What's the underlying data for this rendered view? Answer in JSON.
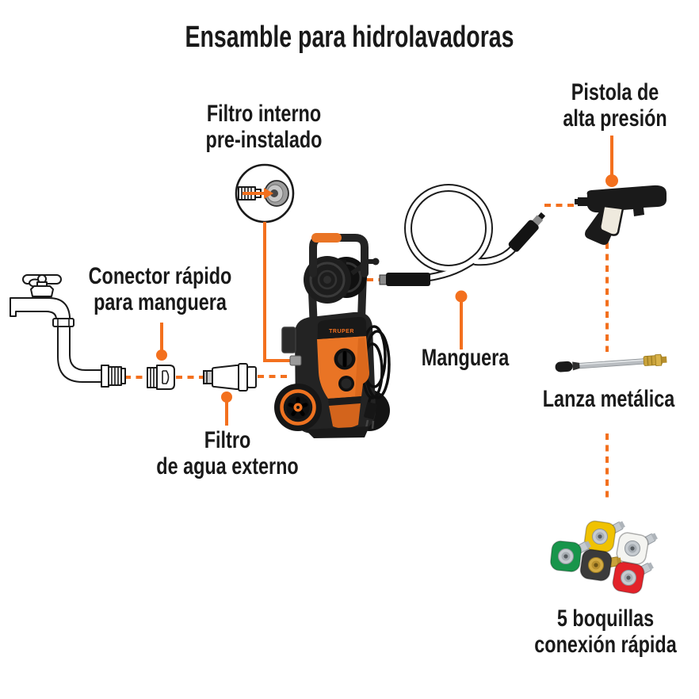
{
  "title": "Ensamble para hidrolavadoras",
  "colors": {
    "accent": "#F3701E",
    "label_text": "#191919",
    "machine_orange": "#E97425"
  },
  "labels": {
    "filtro_interno": {
      "line1": "Filtro interno",
      "line2": "pre-instalado"
    },
    "pistola": {
      "line1": "Pistola de",
      "line2": "alta presión"
    },
    "conector": {
      "line1": "Conector rápido",
      "line2": "para manguera"
    },
    "filtro_externo": {
      "line1": "Filtro",
      "line2": "de agua externo"
    },
    "manguera": {
      "label": "Manguera"
    },
    "lanza": {
      "label": "Lanza metálica"
    },
    "boquillas": {
      "line1": "5 boquillas",
      "line2": "conexión rápida"
    }
  },
  "machine": {
    "brand": "TRUPER"
  },
  "nozzles": {
    "items": [
      {
        "name": "green",
        "color": "#18954B"
      },
      {
        "name": "yellow",
        "color": "#F0C202"
      },
      {
        "name": "white",
        "color": "#F4F4F1"
      },
      {
        "name": "black",
        "color": "#3B3B3B"
      },
      {
        "name": "red",
        "color": "#E3232A"
      }
    ]
  }
}
